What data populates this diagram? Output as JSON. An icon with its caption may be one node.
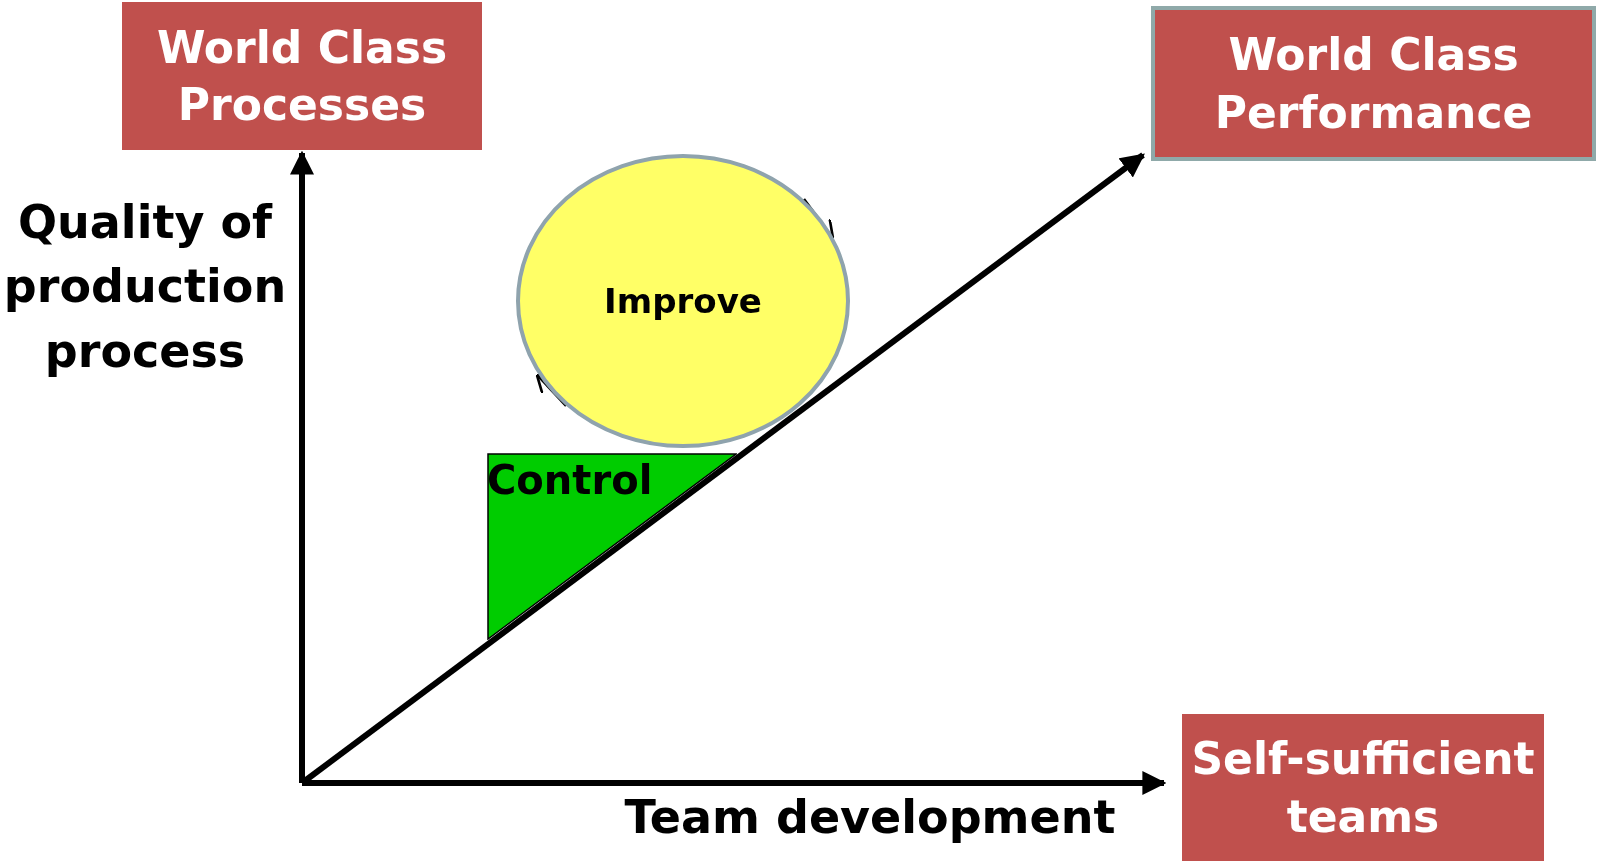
{
  "diagram": {
    "nodes": [
      {
        "text": [
          "World Class Processes"
        ]
      },
      {
        "text": [
          "World Class Performance"
        ]
      },
      {
        "text": [
          "Improve"
        ]
      },
      {
        "text": [
          "Control"
        ]
      },
      {
        "text": [
          "Self-sufficient teams"
        ]
      }
    ],
    "edges": [
      {
        "from": null,
        "to": 0,
        "arrow": "to"
      },
      {
        "from": null,
        "to": 4,
        "arrow": "to"
      },
      {
        "from": null,
        "to": 1,
        "arrow": "to"
      }
    ],
    "labels": [
      "Quality of production process",
      "Team development"
    ]
  }
}
